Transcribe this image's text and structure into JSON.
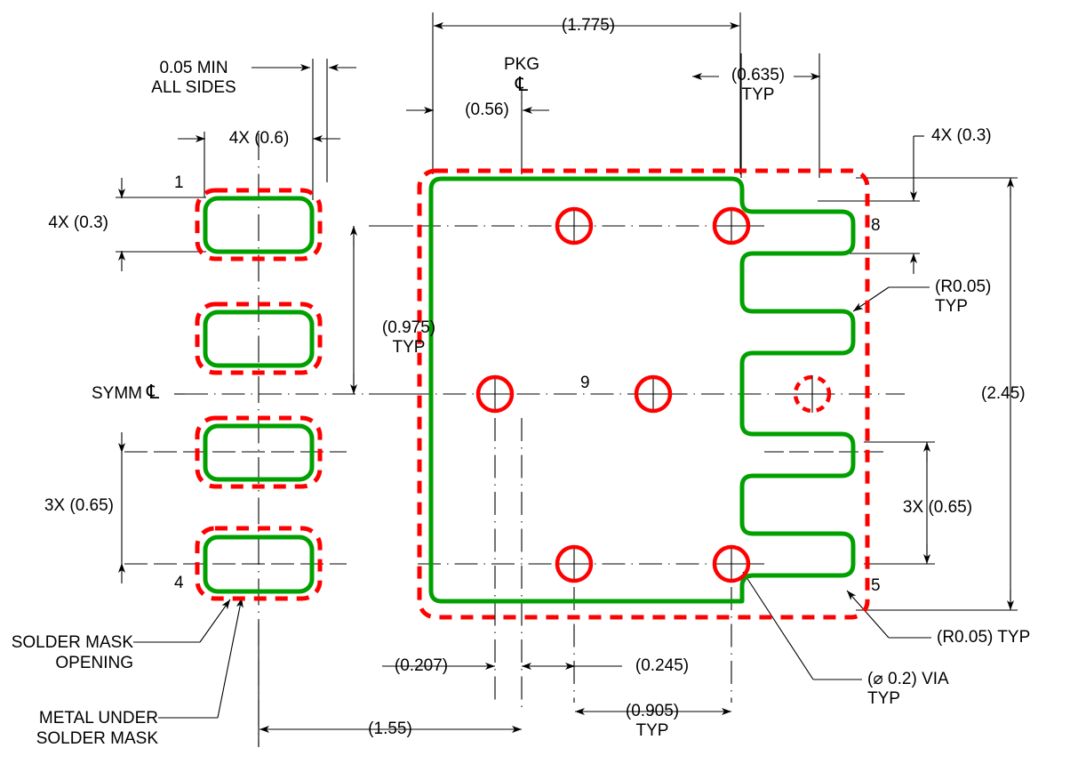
{
  "drawing": {
    "title": "PCB land pattern / solder mask details",
    "colors": {
      "solder_mask_opening": "#FF0000",
      "metal_under_solder_mask": "#00A000",
      "line": "#000000"
    }
  },
  "labels": {
    "min_all_sides_1": "0.05 MIN",
    "min_all_sides_2": "ALL SIDES",
    "pad_width_4x": "4X (0.6)",
    "pad_height_4x": "4X (0.3)",
    "pad_num_1": "1",
    "pad_num_4": "4",
    "pad_num_5": "5",
    "pad_num_8": "8",
    "pad_num_9": "9",
    "symm_centerline": "SYMM",
    "symm_glyph": "℄",
    "pkg_centerline": "PKG",
    "pkg_glyph": "℄",
    "pitch_3x_left": "3X (0.65)",
    "pitch_3x_right": "3X (0.65)",
    "overall_width": "(1.775)",
    "overall_height": "(2.45)",
    "offset_056": "(0.56)",
    "typ_0635_val": "(0.635)",
    "typ_0635_typ": "TYP",
    "typ_0975_val": "(0.975)",
    "typ_0975_typ": "TYP",
    "right_4x_03": "4X (0.3)",
    "radius_right_val": "(R0.05)",
    "radius_right_typ": "TYP",
    "radius_bottom": "(R0.05) TYP",
    "via_diameter_val": "(⌀ 0.2) VIA",
    "via_diameter_typ": "TYP",
    "dim_0207": "(0.207)",
    "dim_0245": "(0.245)",
    "dim_0905_val": "(0.905)",
    "dim_0905_typ": "TYP",
    "dim_155": "(1.55)",
    "note_solder_mask_1": "SOLDER MASK",
    "note_solder_mask_2": "OPENING",
    "note_metal_1": "METAL UNDER",
    "note_metal_2": "SOLDER MASK"
  }
}
